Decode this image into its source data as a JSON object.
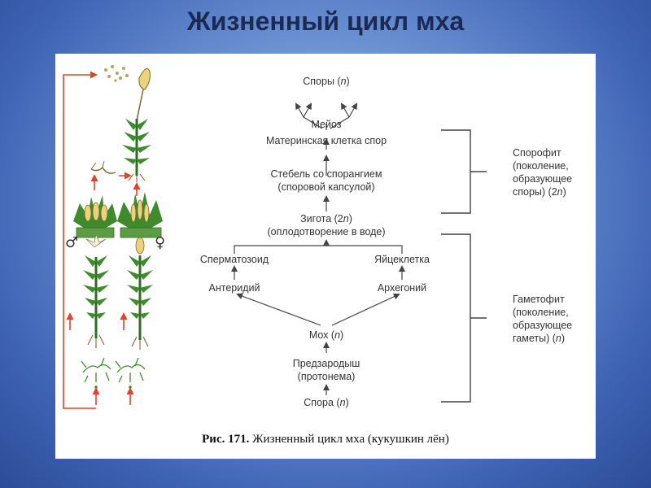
{
  "slide": {
    "title": "Жизненный цикл мха"
  },
  "diagram": {
    "nodes": {
      "spores": "Споры (n)",
      "meiosis": "Мейоз",
      "mother_cell": "Материнская клетка спор",
      "stalk_line1": "Стебель со спорангием",
      "stalk_line2": "(споровой капсулой)",
      "zygote_line1": "Зигота (2n)",
      "zygote_line2": "(оплодотворение в воде)",
      "spermatozoid": "Сперматозоид",
      "egg": "Яйцеклетка",
      "antheridium": "Антеридий",
      "archegonium": "Архегоний",
      "moss": "Мох (n)",
      "protonema_line1": "Предзародыш",
      "protonema_line2": "(протонема)",
      "spore": "Спора (n)"
    },
    "sporophyte_label": [
      "Спорофит",
      "(поколение,",
      "образующее",
      "споры) (2n)"
    ],
    "gametophyte_label": [
      "Гаметофит",
      "(поколение,",
      "образующее",
      "гаметы) (n)"
    ],
    "symbols": {
      "male": "♂",
      "female": "♀"
    }
  },
  "caption": {
    "number": "Рис. 171.",
    "text": "Жизненный цикл мха (кукушкин лён)"
  },
  "colors": {
    "arrow_red": "#e0442a",
    "plant_green": "#3f8a2c",
    "capsule_yellow": "#ead37a",
    "line_gray": "#555555"
  }
}
